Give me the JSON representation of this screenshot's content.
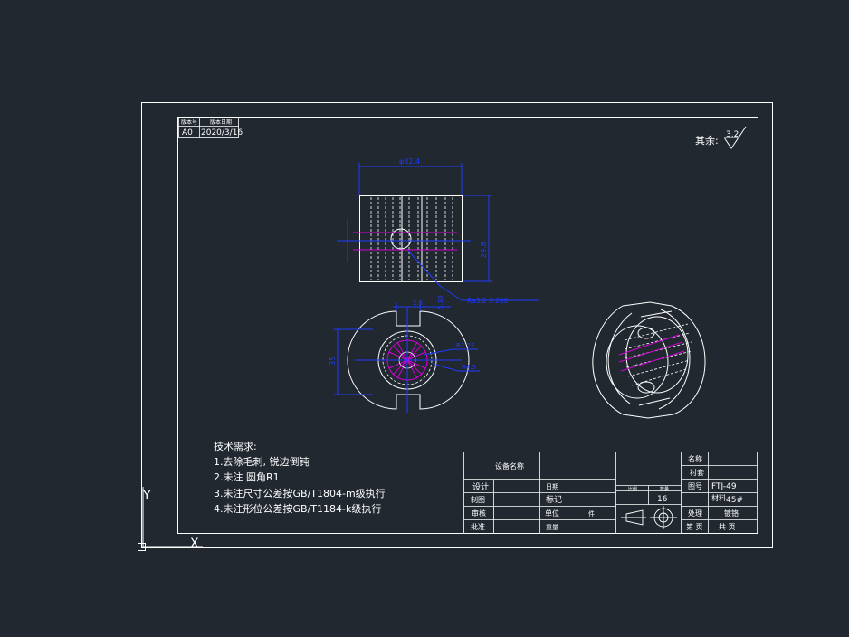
{
  "colors": {
    "background": "#212830",
    "line": "#ffffff",
    "dimension": "#1f3bff",
    "hatch": "#d400d4"
  },
  "roughness": {
    "label": "其余:",
    "value": "3.2"
  },
  "header_block": {
    "col1_head": "版本号",
    "col2_head": "版本日期",
    "col1_value": "A0",
    "col2_value": "2020/3/16"
  },
  "dimensions": {
    "top_width": "φ32.4",
    "right_height": "29.8",
    "slot_a": "2.5",
    "slot_b": "5.30",
    "left_height": "35",
    "radius_a": "R2.25",
    "radius_b": "R4.5",
    "roughness_note": "Ra3.2 3.200"
  },
  "tech_requirements": {
    "title": "技术需求:",
    "lines": [
      "1.去除毛刺, 锐边倒钝",
      "2.未注 圆角R1",
      "3.未注尺寸公差按GB/T1804-m级执行",
      "4.未注形位公差按GB/T1184-k级执行"
    ]
  },
  "title_block": {
    "equipment_name": "设备名称",
    "design": "设计",
    "drawing": "制图",
    "review": "审核",
    "approve": "批准",
    "date": "日期",
    "mark": "标记",
    "unit_count": "单位",
    "weight": "重量",
    "piece": "件",
    "ratio": "比例",
    "quantity": "数量",
    "quantity_value": "16",
    "name_label": "名称",
    "name_value": "衬套",
    "drawing_no_label": "图号",
    "drawing_no_value": "FTJ-49",
    "material_label": "材料",
    "material_value": "45#",
    "treatment_label": "处理",
    "treatment_value": "镀铬",
    "sheet_no": "第 页",
    "sheet_total": "共 页"
  },
  "ucs": {
    "y_label": "Y",
    "x_label": "X"
  }
}
